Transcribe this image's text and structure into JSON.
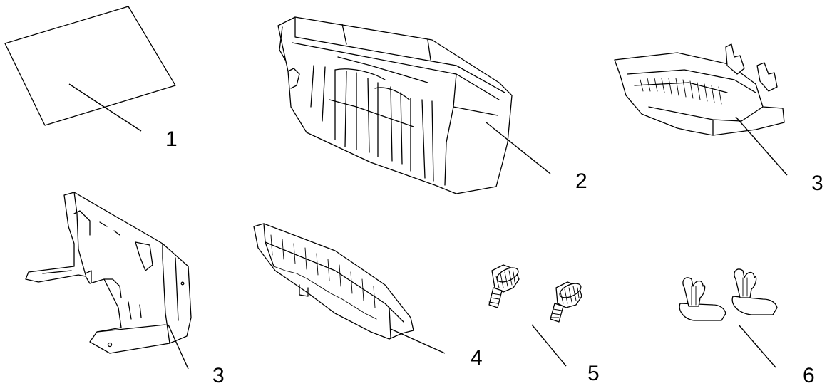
{
  "callouts": {
    "sheet": "1",
    "duplex_unit": "2",
    "tray": "3",
    "bracket": "3",
    "guide": "4",
    "screws": "5",
    "clips": "6"
  }
}
